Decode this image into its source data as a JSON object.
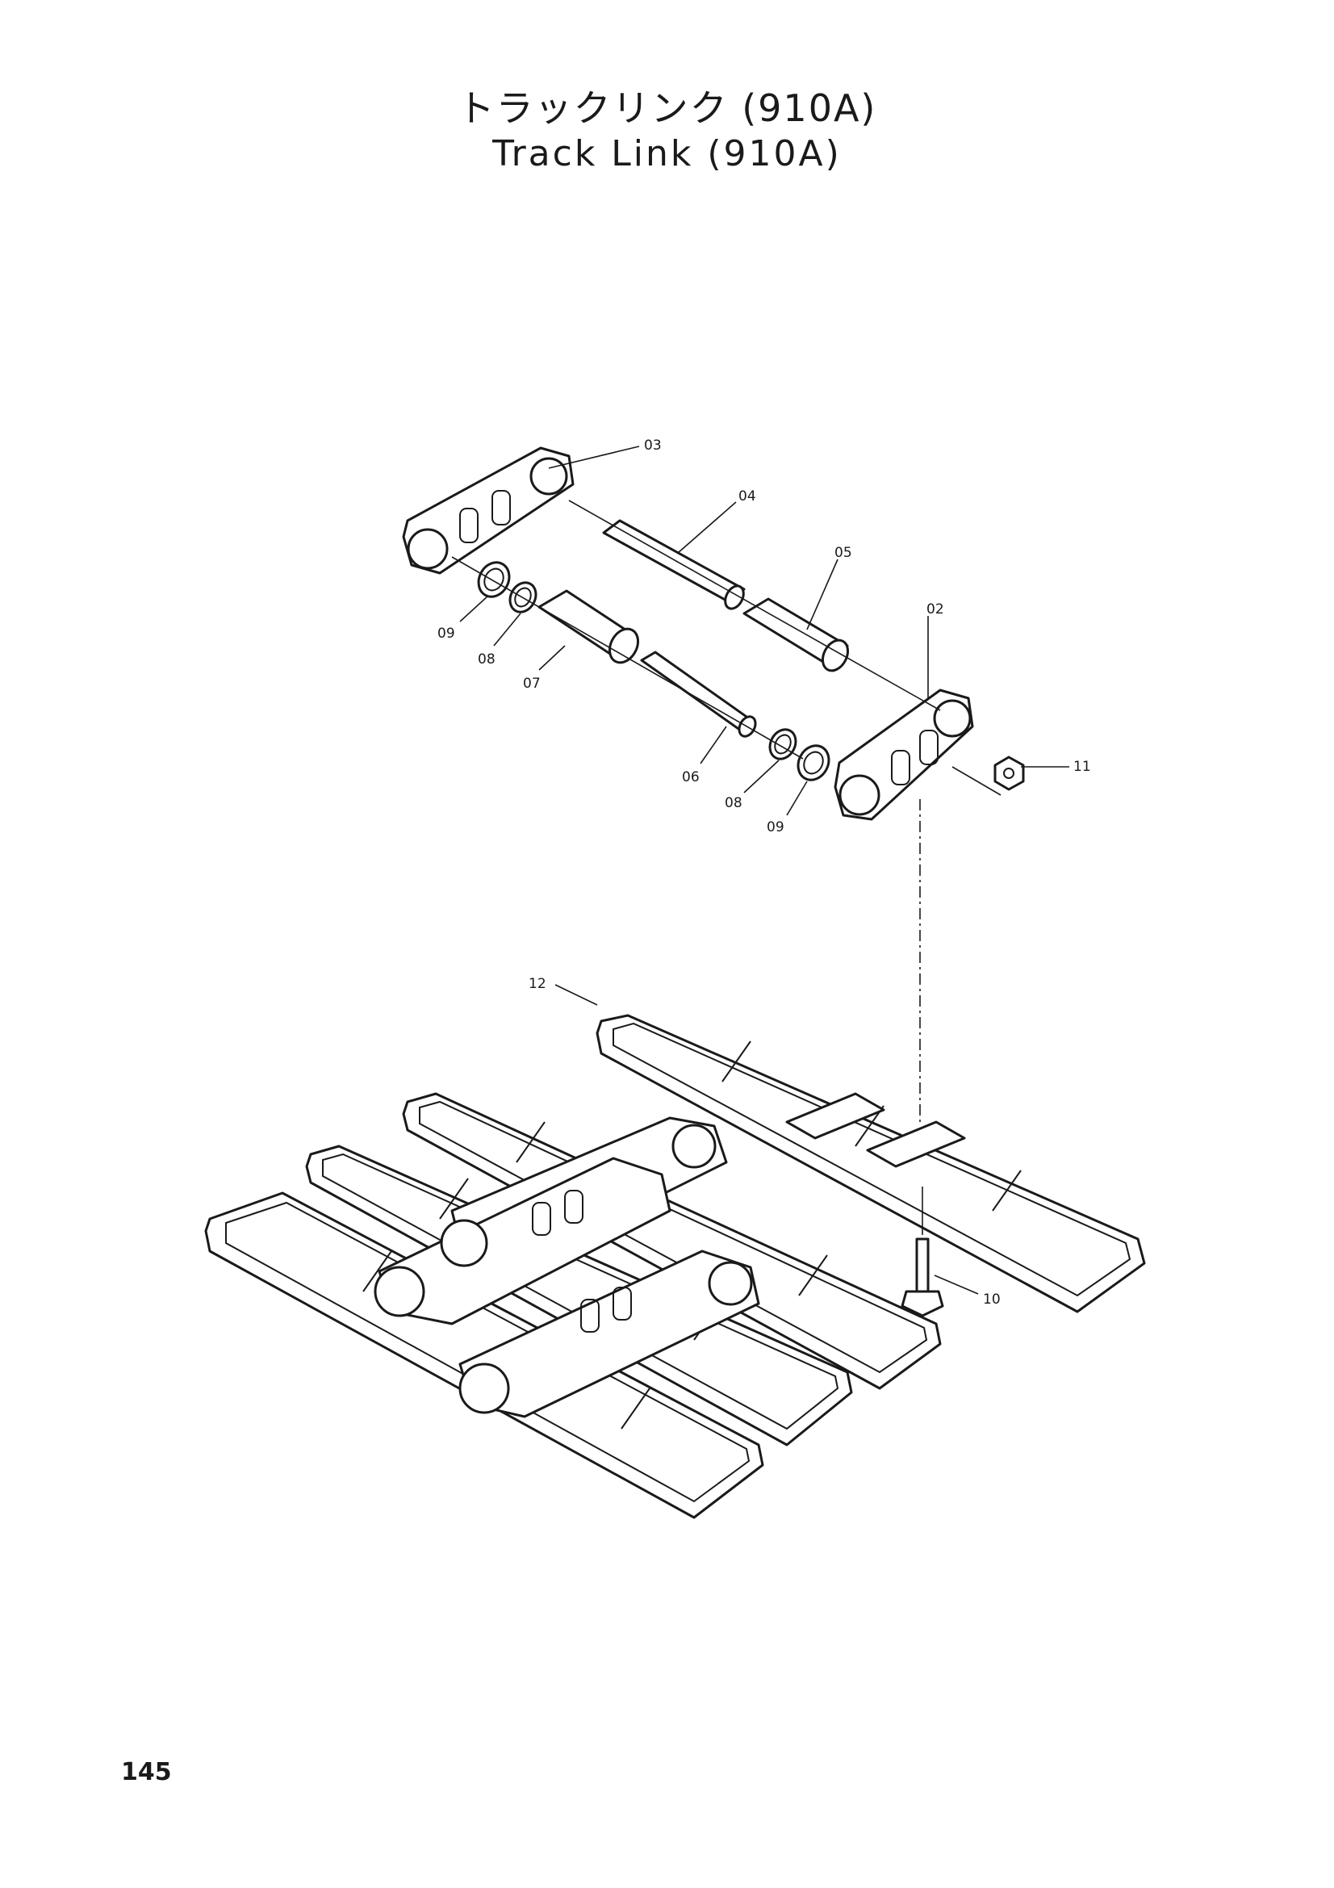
{
  "header": {
    "title_jp": "トラックリンク (910A)",
    "title_en": "Track Link (910A)"
  },
  "callouts": [
    {
      "id": "02",
      "label": "02"
    },
    {
      "id": "03",
      "label": "03"
    },
    {
      "id": "04",
      "label": "04"
    },
    {
      "id": "05",
      "label": "05"
    },
    {
      "id": "06",
      "label": "06"
    },
    {
      "id": "07",
      "label": "07"
    },
    {
      "id": "08a",
      "label": "08"
    },
    {
      "id": "08b",
      "label": "08"
    },
    {
      "id": "09a",
      "label": "09"
    },
    {
      "id": "09b",
      "label": "09"
    },
    {
      "id": "10",
      "label": "10"
    },
    {
      "id": "11",
      "label": "11"
    },
    {
      "id": "12",
      "label": "12"
    }
  ],
  "footer": {
    "page_number": "145"
  }
}
